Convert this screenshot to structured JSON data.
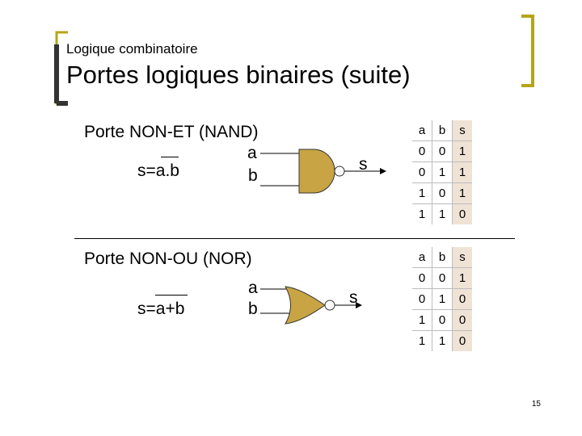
{
  "header": {
    "subtitle": "Logique combinatoire",
    "title": "Portes logiques binaires (suite)"
  },
  "colors": {
    "accent": "#b5a41a",
    "gate_fill": "#c8a444",
    "output_cell_bg": "#efe3d6"
  },
  "nand": {
    "label": "Porte NON-ET (NAND)",
    "formula": "s=a.b",
    "input_a": "a",
    "input_b": "b",
    "output": "s",
    "table": {
      "headers": [
        "a",
        "b",
        "s"
      ],
      "rows": [
        [
          "0",
          "0",
          "1"
        ],
        [
          "0",
          "1",
          "1"
        ],
        [
          "1",
          "0",
          "1"
        ],
        [
          "1",
          "1",
          "0"
        ]
      ]
    }
  },
  "nor": {
    "label": "Porte NON-OU (NOR)",
    "formula": "s=a+b",
    "input_a": "a",
    "input_b": "b",
    "output": "s",
    "table": {
      "headers": [
        "a",
        "b",
        "s"
      ],
      "rows": [
        [
          "0",
          "0",
          "1"
        ],
        [
          "0",
          "1",
          "0"
        ],
        [
          "1",
          "0",
          "0"
        ],
        [
          "1",
          "1",
          "0"
        ]
      ]
    }
  },
  "footer": {
    "page_number": "15"
  }
}
